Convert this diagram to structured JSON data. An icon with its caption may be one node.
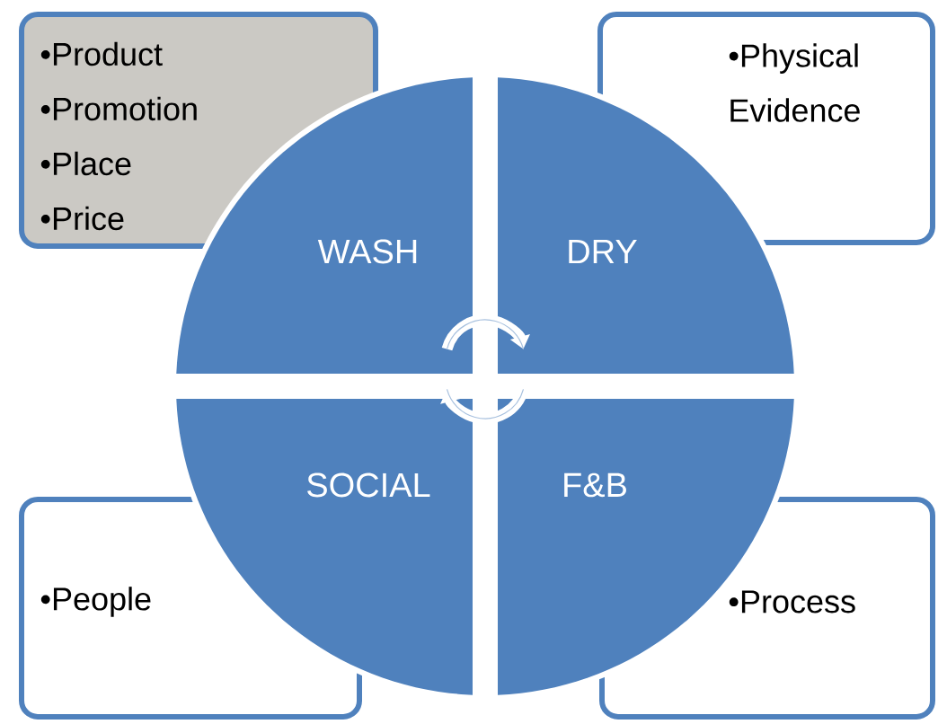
{
  "diagram": {
    "nodes": [
      {
        "text": [
          "•Product",
          "•Promotion",
          "•Place",
          "•Price"
        ]
      },
      {
        "text": [
          "•Physical Evidence"
        ]
      },
      {
        "text": [
          "WASH"
        ]
      },
      {
        "text": [
          "DRY"
        ]
      },
      {
        "text": [
          "SOCIAL"
        ]
      },
      {
        "text": [
          "F&B"
        ]
      },
      {
        "text": [
          "•People"
        ]
      },
      {
        "text": [
          "•Process"
        ]
      }
    ],
    "edges": [
      {
        "from": 2,
        "to": 3,
        "arrow": "to"
      },
      {
        "from": 5,
        "to": 4,
        "arrow": "to"
      }
    ]
  }
}
